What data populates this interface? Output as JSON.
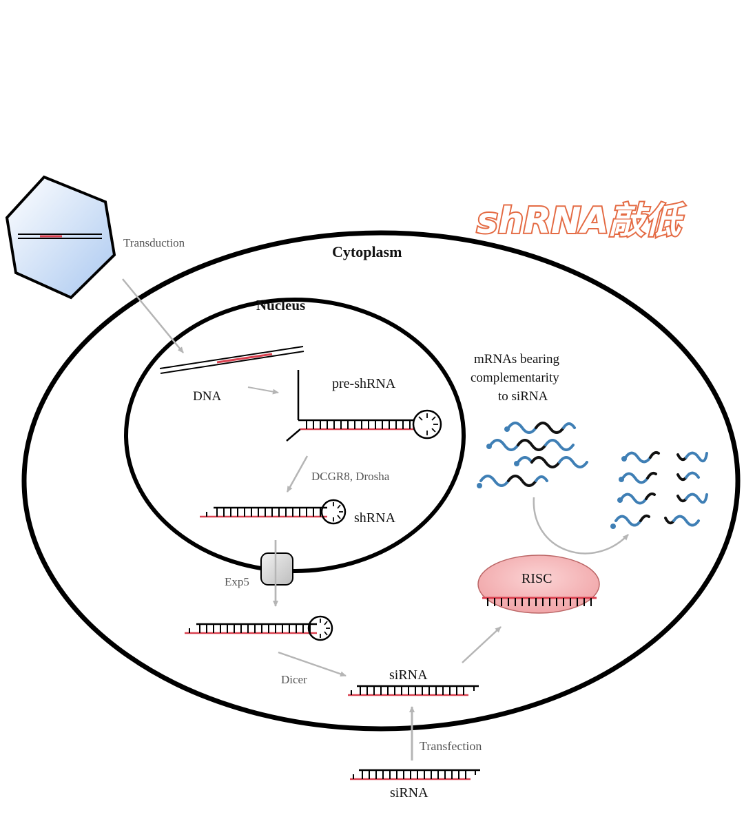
{
  "title": "shRNA敲低",
  "colors": {
    "accent_red": "#d9404f",
    "mrna_blue": "#3f7fb5",
    "title_fill": "#ffffff",
    "title_stroke": "#e8734a",
    "risc_fill": "#f4b2b4",
    "virus_fill": "#c7dcf7"
  },
  "labels": {
    "transduction": "Transduction",
    "cytoplasm": "Cytoplasm",
    "nucleus": "Nucleus",
    "dna": "DNA",
    "pre_shrna": "pre-shRNA",
    "dcgr8_drosha": "DCGR8, Drosha",
    "shrna": "shRNA",
    "exp5": "Exp5",
    "dicer": "Dicer",
    "sirna_top": "siRNA",
    "sirna_bottom": "siRNA",
    "transfection": "Transfection",
    "risc": "RISC",
    "mrna_line1": "mRNAs bearing",
    "mrna_line2": "complementarity",
    "mrna_line3": "to siRNA"
  },
  "icons": {
    "virus": "hexagon-virus-icon",
    "nuclear_pore": "exp5-pore-icon",
    "hairpin_loop": "hairpin-loop-icon"
  }
}
